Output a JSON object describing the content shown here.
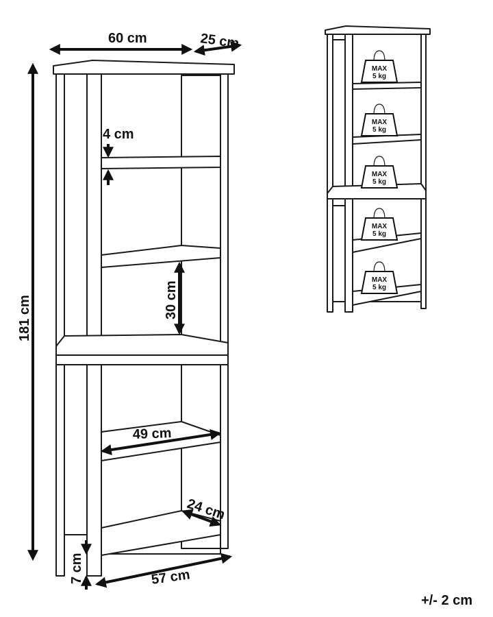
{
  "dimensions": {
    "width": "60 cm",
    "depth": "25 cm",
    "shelf_thickness": "4 cm",
    "shelf_gap": "30 cm",
    "height": "181 cm",
    "inner_width": "49 cm",
    "inner_depth": "24 cm",
    "leg_height": "7 cm",
    "base_width": "57 cm"
  },
  "tolerance": "+/- 2 cm",
  "weight_limits": [
    {
      "max": "MAX",
      "weight": "5 kg"
    },
    {
      "max": "MAX",
      "weight": "5 kg"
    },
    {
      "max": "MAX",
      "weight": "5 kg"
    },
    {
      "max": "MAX",
      "weight": "5 kg"
    },
    {
      "max": "MAX",
      "weight": "5 kg"
    }
  ]
}
